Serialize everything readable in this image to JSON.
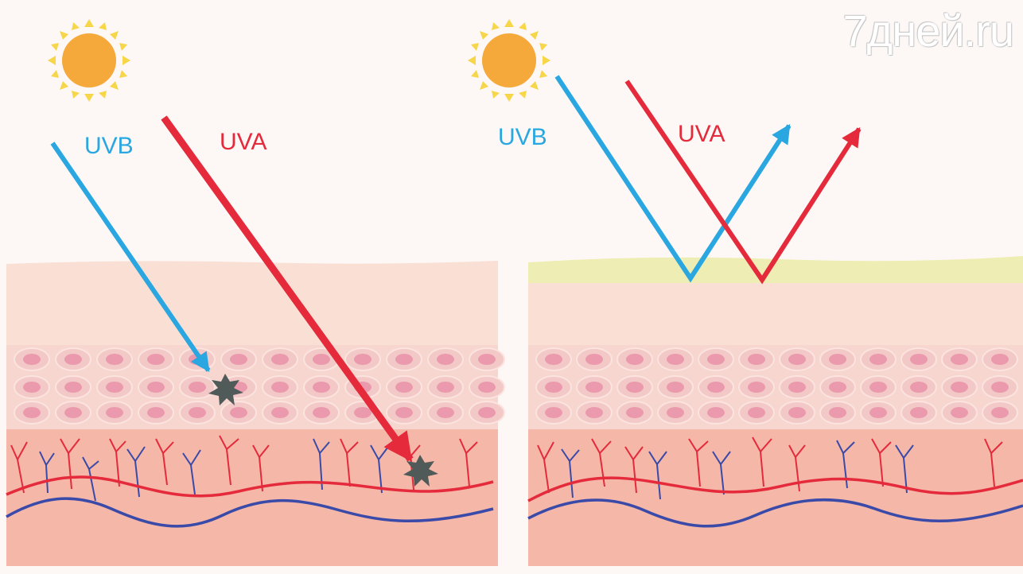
{
  "watermark": "7дней.ru",
  "colors": {
    "background": "#fdf8f6",
    "sun": "#f5a93b",
    "sun_rays": "#f7d64a",
    "uvb": "#2aa7e0",
    "uva": "#e42a3b",
    "epidermis": "#f9dfd4",
    "cell_layer": "#f7d6cf",
    "cell": "#f3c9c8",
    "nucleus": "#eb9aad",
    "dermis": "#f5b7a8",
    "artery": "#e42a3b",
    "vein": "#3a4aa8",
    "sunscreen": "#eeeeb4",
    "damage": "#505a58"
  },
  "panels": [
    {
      "id": "unprotected",
      "uvb_label": "UVB",
      "uva_label": "UVA",
      "has_sunscreen": false,
      "uvb_outcome": "absorbed in epidermis (damage)",
      "uva_outcome": "penetrates to dermis (damage)"
    },
    {
      "id": "protected",
      "uvb_label": "UVB",
      "uva_label": "UVA",
      "has_sunscreen": true,
      "uvb_outcome": "reflected",
      "uva_outcome": "reflected"
    }
  ]
}
